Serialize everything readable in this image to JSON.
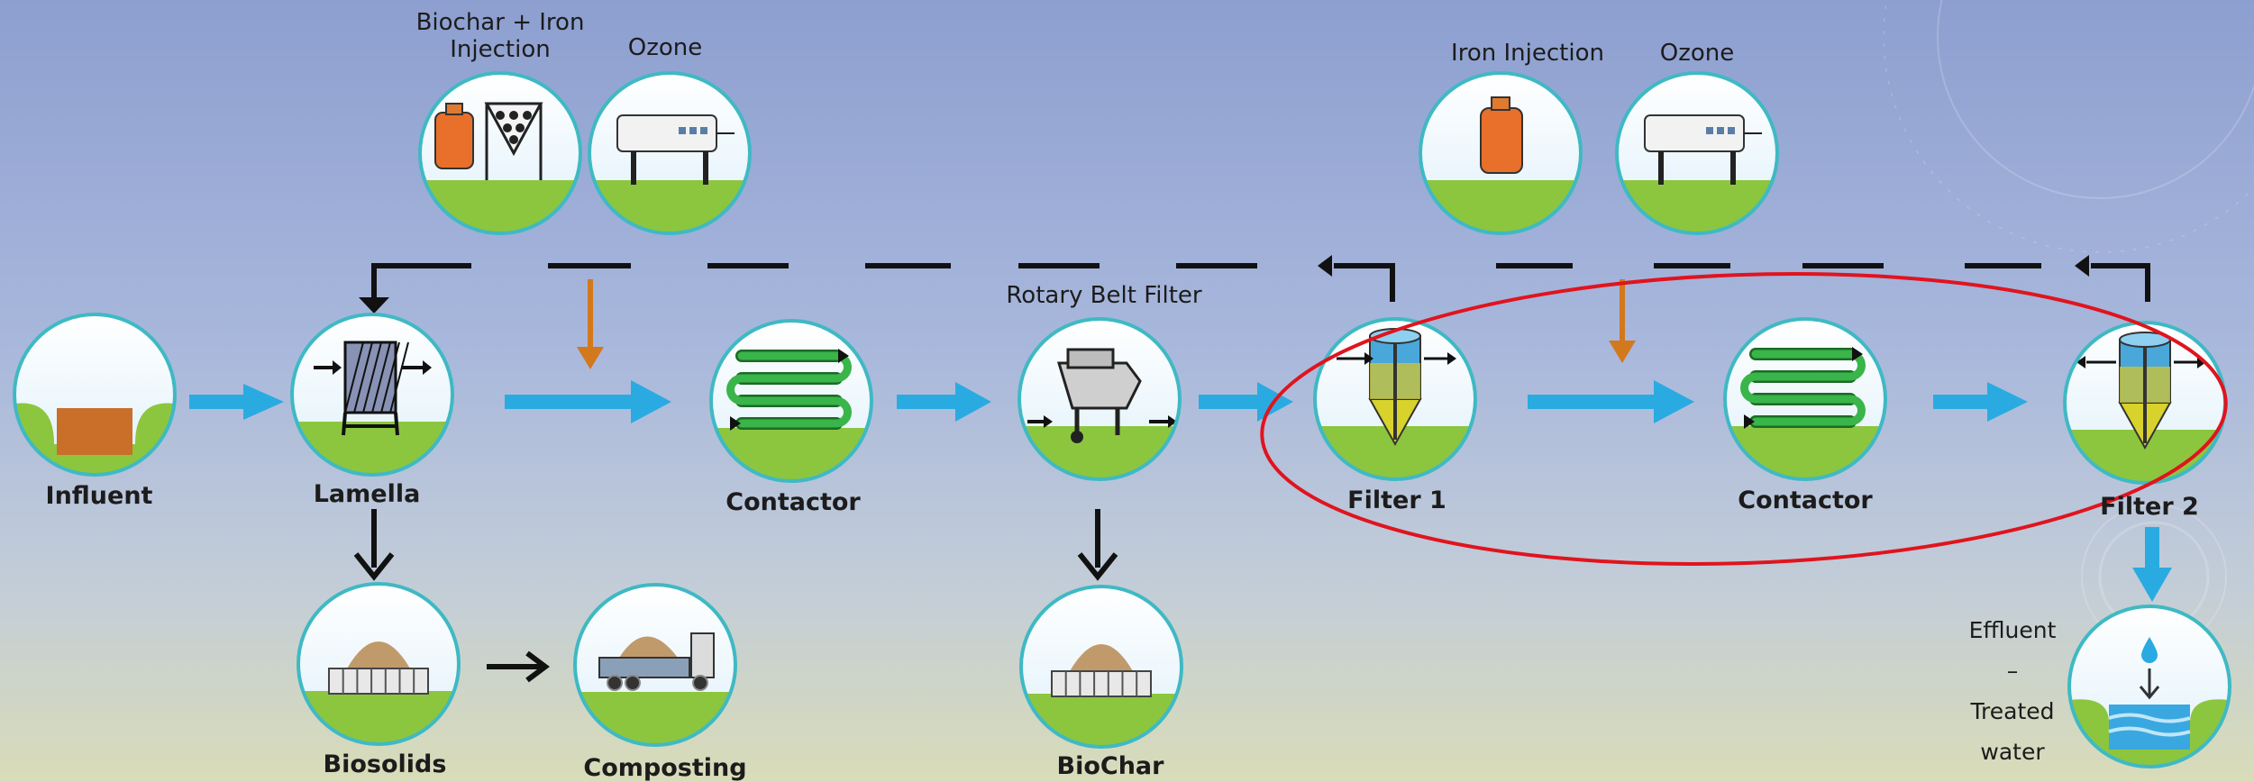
{
  "labels": {
    "biochar_iron": "Biochar + Iron\nInjection",
    "ozone_1": "Ozone",
    "iron_injection": "Iron Injection",
    "ozone_2": "Ozone",
    "rotary_belt_filter": "Rotary Belt Filter",
    "influent": "Influent",
    "lamella": "Lamella",
    "contactor_1": "Contactor",
    "filter_1": "Filter 1",
    "contactor_2": "Contactor",
    "filter_2": "Filter 2",
    "biosolids": "Biosolids",
    "composting": "Composting",
    "biochar": "BioChar",
    "effluent_1": "Effluent",
    "effluent_2": "–",
    "effluent_3": "Treated",
    "effluent_4": "water"
  },
  "colors": {
    "flow_arrow": "#29abe2",
    "dose_arrow": "#d2781d",
    "recycle_line": "#111111",
    "highlight": "#e0141e",
    "ground": "#8cc63f",
    "coil": "#39b54a",
    "tank": "#e8702a"
  },
  "icons": [
    "influent-basin-icon",
    "lamella-clarifier-icon",
    "contactor-coil-icon",
    "rotary-belt-filter-icon",
    "sand-filter-icon",
    "biosolids-pile-icon",
    "compost-truck-icon",
    "chemical-tank-icon",
    "ozone-generator-icon",
    "effluent-water-icon"
  ]
}
